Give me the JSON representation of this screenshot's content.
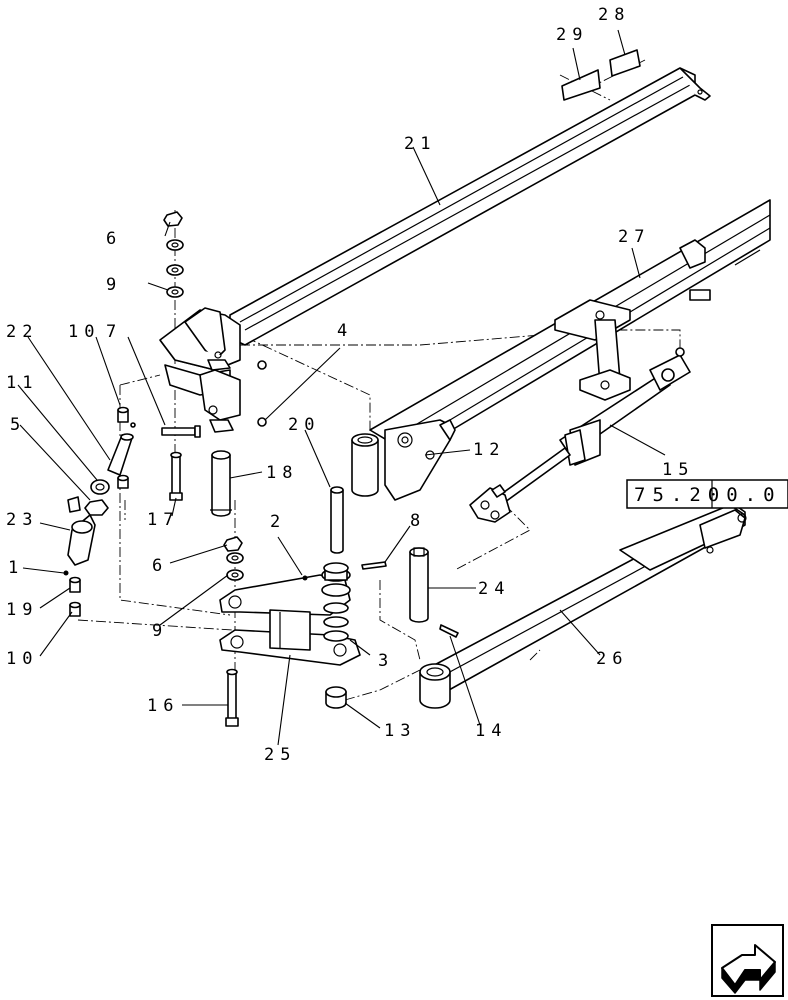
{
  "callouts": {
    "c1": "1",
    "c2": "2",
    "c3": "3",
    "c4": "4",
    "c5": "5",
    "c6a": "6",
    "c6b": "6",
    "c7": "7",
    "c8": "8",
    "c9a": "9",
    "c9b": "9",
    "c10a": "10",
    "c10b": "10",
    "c11": "11",
    "c12": "12",
    "c13": "13",
    "c14": "14",
    "c15": "15",
    "c16": "16",
    "c17": "17",
    "c18": "18",
    "c19": "19",
    "c20": "20",
    "c21": "21",
    "c22": "22",
    "c23": "23",
    "c24": "24",
    "c25": "25",
    "c26": "26",
    "c27": "27",
    "c28": "28",
    "c29": "29"
  },
  "reference": "75.200.0",
  "nav_icon": "next-page-arrow-icon"
}
